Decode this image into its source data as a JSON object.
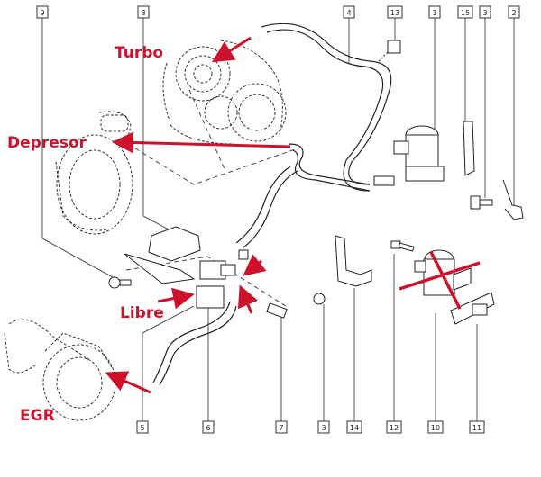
{
  "diagram": {
    "type": "exploded-parts-diagram",
    "annotation_color": "#d0112b",
    "line_color": "#222222",
    "annotations": [
      {
        "id": "turbo",
        "label": "Turbo"
      },
      {
        "id": "depresor",
        "label": "Depresor"
      },
      {
        "id": "libre",
        "label": "Libre"
      },
      {
        "id": "egr",
        "label": "EGR"
      }
    ],
    "top_callouts": [
      "9",
      "8",
      "4",
      "13",
      "1",
      "15",
      "3",
      "2"
    ],
    "bottom_callouts": [
      "5",
      "6",
      "7",
      "3",
      "14",
      "12",
      "10",
      "11"
    ],
    "crossed_out_part": "10"
  }
}
